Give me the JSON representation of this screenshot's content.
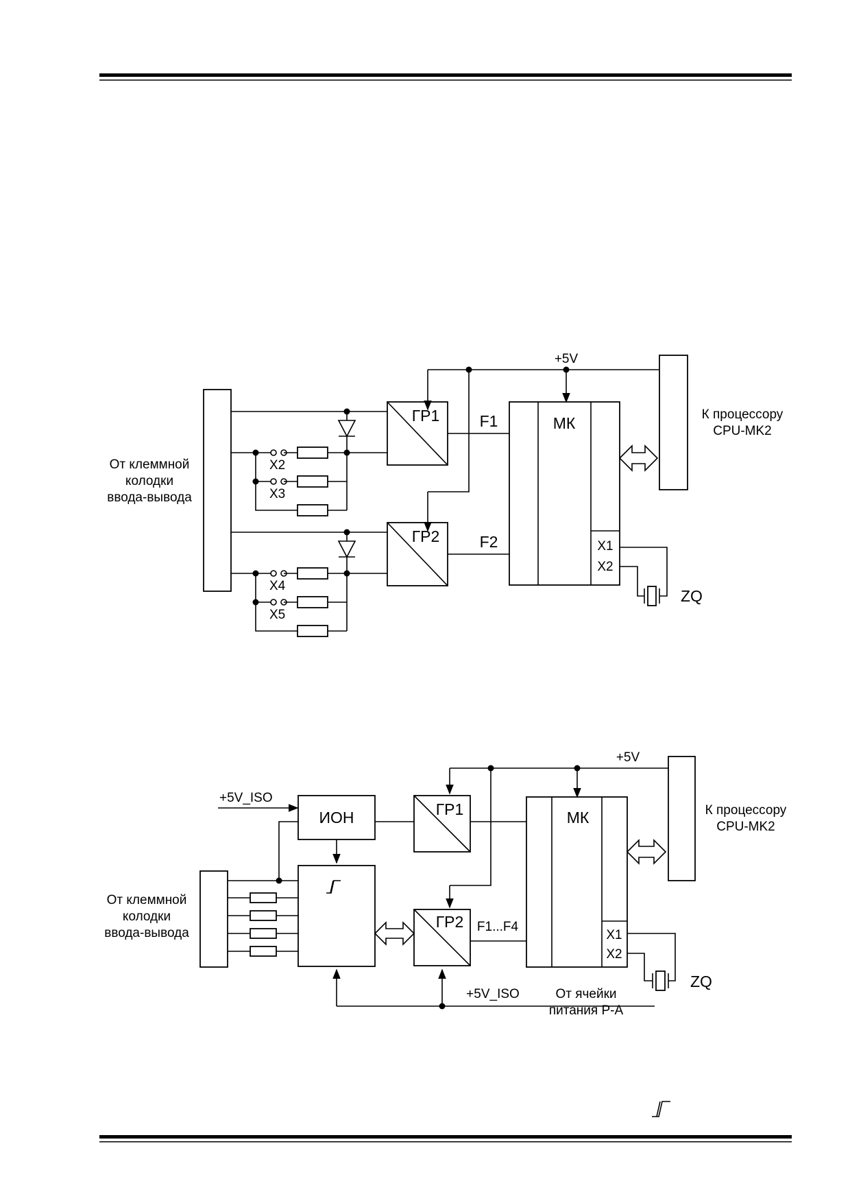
{
  "diagram1": {
    "left_label": [
      "От  клеммной",
      "колодки",
      "ввода-вывода"
    ],
    "supply": "+5V",
    "gr1": "ГР1",
    "gr2": "ГР2",
    "f1": "F1",
    "f2": "F2",
    "mk": "МК",
    "x1": "X1",
    "x2": "X2",
    "zq": "ZQ",
    "jumpers": [
      "X2",
      "X3",
      "X4",
      "X5"
    ],
    "right_label": [
      "К  процессору",
      "CPU-MK2"
    ]
  },
  "diagram2": {
    "left_label": [
      "От  клеммной",
      "колодки",
      "ввода-вывода"
    ],
    "supply": "+5V",
    "iso_in": "+5V_ISO",
    "ion": "ИОН",
    "gr1": "ГР1",
    "gr2": "ГР2",
    "f_range": "F1...F4",
    "mk": "МК",
    "x1": "X1",
    "x2": "X2",
    "zq": "ZQ",
    "iso_bottom": "+5V_ISO",
    "power_label": [
      "От  ячейки",
      "питания   Р-А"
    ],
    "right_label": [
      "К  процессору",
      "CPU-MK2"
    ]
  }
}
